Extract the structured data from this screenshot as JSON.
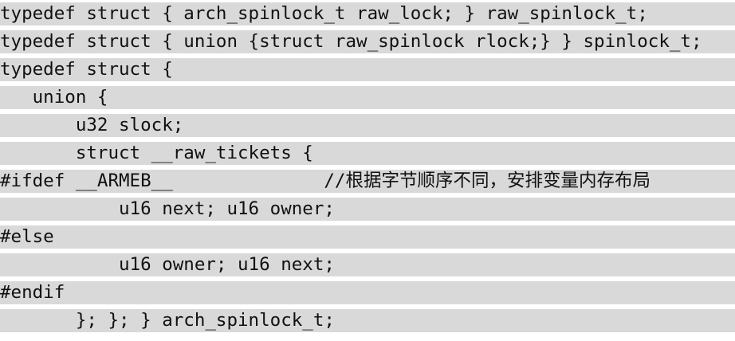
{
  "code": {
    "lines": [
      "typedef struct { arch_spinlock_t raw_lock; } raw_spinlock_t;",
      "typedef struct { union {struct raw_spinlock rlock;} } spinlock_t;",
      "typedef struct {",
      "   union {",
      "       u32 slock;",
      "       struct __raw_tickets {",
      "#ifdef __ARMEB__              //根据字节顺序不同，安排变量内存布局",
      "           u16 next; u16 owner;",
      "#else",
      "           u16 owner; u16 next;",
      "#endif",
      "       }; }; } arch_spinlock_t;"
    ]
  }
}
